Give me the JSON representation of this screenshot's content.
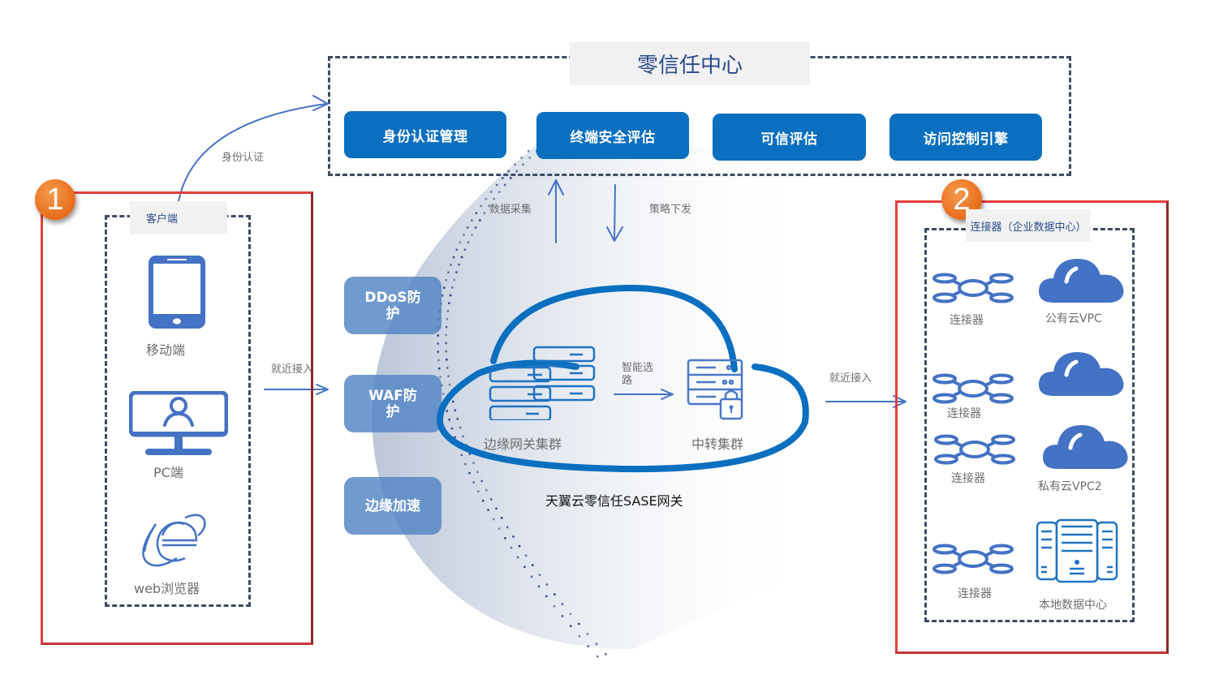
{
  "zero_trust_center": {
    "title": "零信任中心",
    "modules": [
      {
        "label": "身份认证管理"
      },
      {
        "label": "终端安全评估"
      },
      {
        "label": "可信评估"
      },
      {
        "label": "访问控制引擎"
      }
    ]
  },
  "flows": {
    "identity_auth": "身份认证",
    "data_collect": "数据采集",
    "policy_dispatch": "策略下发",
    "nearby_access_left": "就近接入",
    "nearby_access_right": "就近接入",
    "smart_routing": "智能选路"
  },
  "client_section": {
    "badge": "1",
    "title": "客户端",
    "devices": [
      {
        "label": "移动端",
        "icon": "mobile-phone-icon"
      },
      {
        "label": "PC端",
        "icon": "pc-monitor-user-icon"
      },
      {
        "label": "web浏览器",
        "icon": "ie-browser-icon"
      }
    ]
  },
  "gateway_services": [
    {
      "label": "DDoS防护"
    },
    {
      "label": "WAF防护"
    },
    {
      "label": "边缘加速"
    }
  ],
  "sase_gateway": {
    "title": "天翼云零信任SASE网关",
    "edge_cluster": "边缘网关集群",
    "relay_cluster": "中转集群"
  },
  "connector_section": {
    "badge": "2",
    "title": "连接器（企业数据中心）",
    "items": [
      {
        "connector": "连接器",
        "target": "公有云VPC",
        "target_icon": "cloud-icon"
      },
      {
        "connector": "连接器",
        "target": "",
        "target_icon": "cloud-icon"
      },
      {
        "connector": "连接器",
        "target": "私有云VPC2",
        "target_icon": "cloud-icon"
      },
      {
        "connector": "连接器",
        "target": "本地数据中心",
        "target_icon": "datacenter-servers-icon"
      }
    ]
  },
  "colors": {
    "primary_blue": "#0a6fbf",
    "icon_blue": "#4472c4",
    "dash_border": "#3d4b63",
    "red_border": "#e53e3e",
    "badge_orange": "#e8762a"
  }
}
